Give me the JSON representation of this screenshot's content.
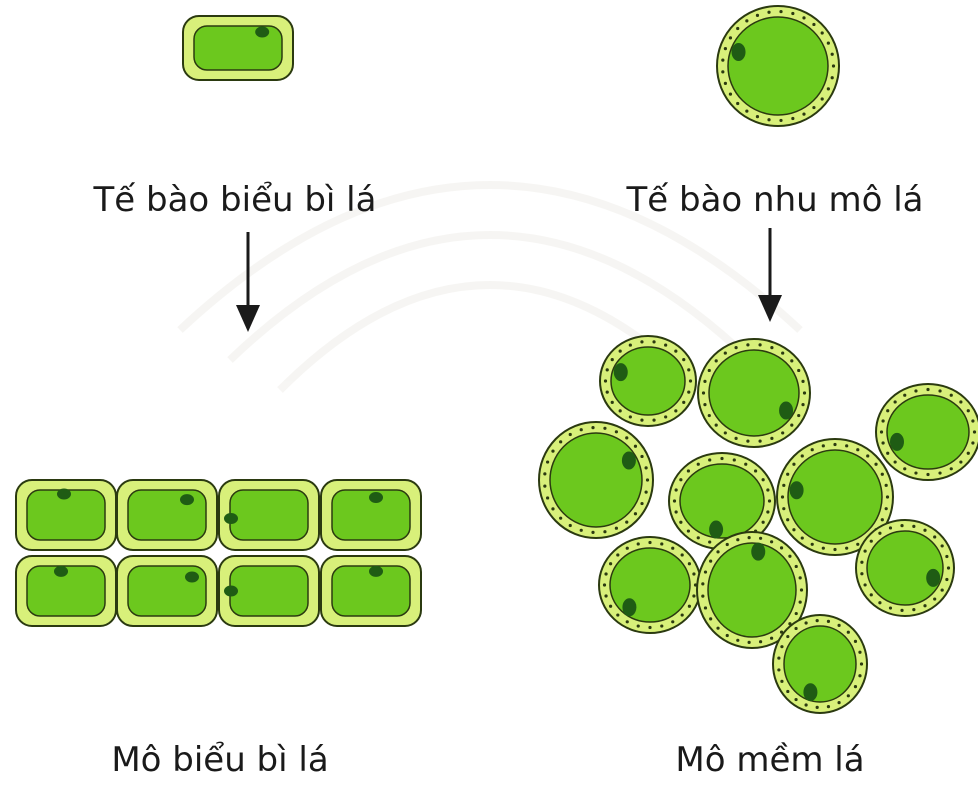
{
  "labels": {
    "epidermis_cell": "Tế bào biểu bì lá",
    "parenchyma_cell": "Tế bào nhu mô lá",
    "epidermis_tissue": "Mô biểu bì lá",
    "parenchyma_tissue": "Mô mềm lá"
  },
  "colors": {
    "cell_wall": "#d8f07a",
    "cytoplasm": "#6cc81e",
    "nucleus": "#1f5c14",
    "outline": "#2b3a10",
    "arrow": "#1a1a1a",
    "dots": "#2b3a10"
  }
}
